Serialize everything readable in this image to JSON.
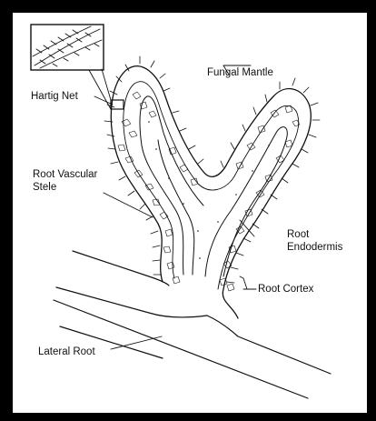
{
  "labels": {
    "hartig_net": "Hartig Net",
    "fungal_mantle": "Fungal Mantle",
    "root_vascular_stele_line1": "Root Vascular",
    "root_vascular_stele_line2": "Stele",
    "root_endodermis_line1": "Root",
    "root_endodermis_line2": "Endodermis",
    "root_cortex": "Root Cortex",
    "lateral_root": "Lateral Root"
  },
  "colors": {
    "frame": "#000000",
    "background": "#ffffff",
    "ink": "#111111"
  }
}
